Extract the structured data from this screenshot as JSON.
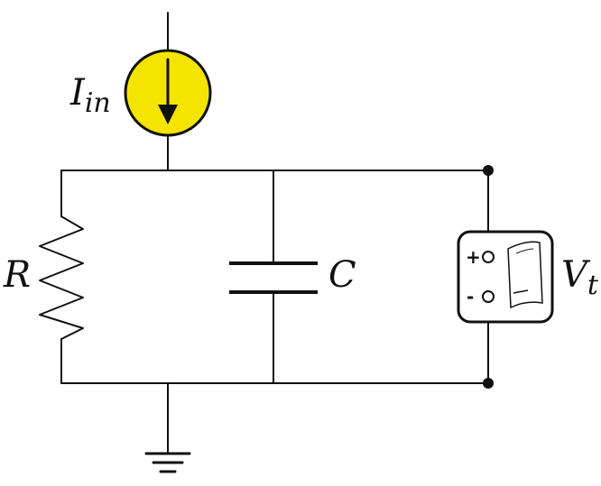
{
  "labels": {
    "current_source": "I",
    "current_source_sub": "in",
    "resistor": "R",
    "capacitor": "C",
    "voltmeter": "V",
    "voltmeter_sub": "t",
    "plus": "+",
    "minus": "-"
  },
  "colors": {
    "source_fill": "#f5e400",
    "wire": "#111111",
    "meter_face": "#ffffff"
  },
  "icons": {
    "source": "current-source-icon",
    "ground": "ground-icon",
    "meter": "voltmeter-icon"
  }
}
